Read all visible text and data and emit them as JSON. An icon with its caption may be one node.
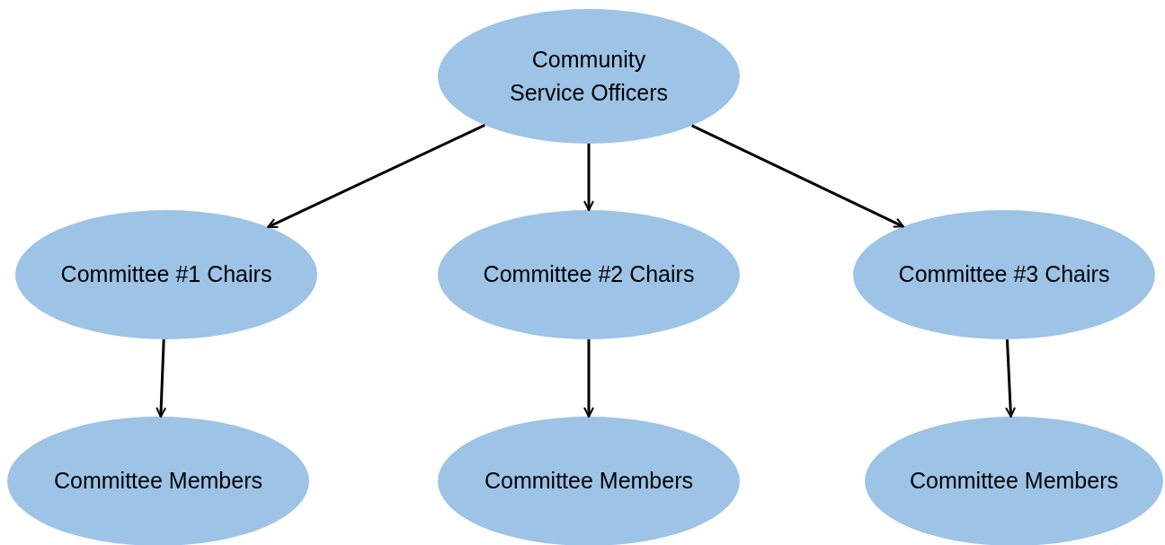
{
  "diagram": {
    "nodes": [
      {
        "text": [
          "Community Service Officers"
        ]
      },
      {
        "text": [
          "Committee #1 Chairs"
        ]
      },
      {
        "text": [
          "Committee #2 Chairs"
        ]
      },
      {
        "text": [
          "Committee #3 Chairs"
        ]
      },
      {
        "text": [
          "Committee Members"
        ]
      },
      {
        "text": [
          "Committee Members"
        ]
      },
      {
        "text": [
          "Committee Members"
        ]
      }
    ],
    "edges": [
      {
        "from": 0,
        "to": 1,
        "arrow": "to"
      },
      {
        "from": 0,
        "to": 2,
        "arrow": "to"
      },
      {
        "from": 0,
        "to": 3,
        "arrow": "to"
      },
      {
        "from": 1,
        "to": 4,
        "arrow": "to"
      },
      {
        "from": 2,
        "to": 5,
        "arrow": "to"
      },
      {
        "from": 3,
        "to": 6,
        "arrow": "to"
      }
    ]
  }
}
